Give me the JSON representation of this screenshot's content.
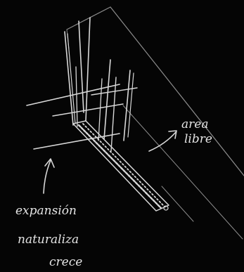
{
  "annotations": {
    "area_label_line1": "area",
    "area_label_line2": "libre",
    "expansion_line1": "expansión",
    "expansion_line2": "naturaliza",
    "expansion_line3": "crece"
  }
}
